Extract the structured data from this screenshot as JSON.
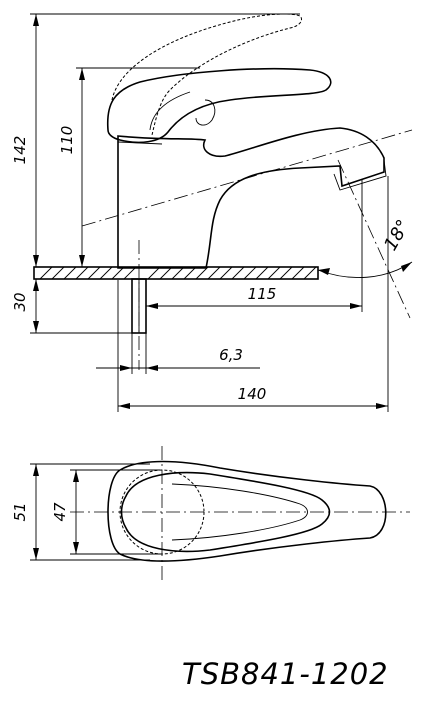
{
  "drawing": {
    "model_code": "TSB841-1202",
    "dimensions": {
      "total_height": "142",
      "spout_height": "110",
      "base_height": "30",
      "reach": "115",
      "pipe_diameter": "6,3",
      "total_length": "140",
      "angle": "18°",
      "body_width": "51",
      "base_width": "47"
    }
  }
}
